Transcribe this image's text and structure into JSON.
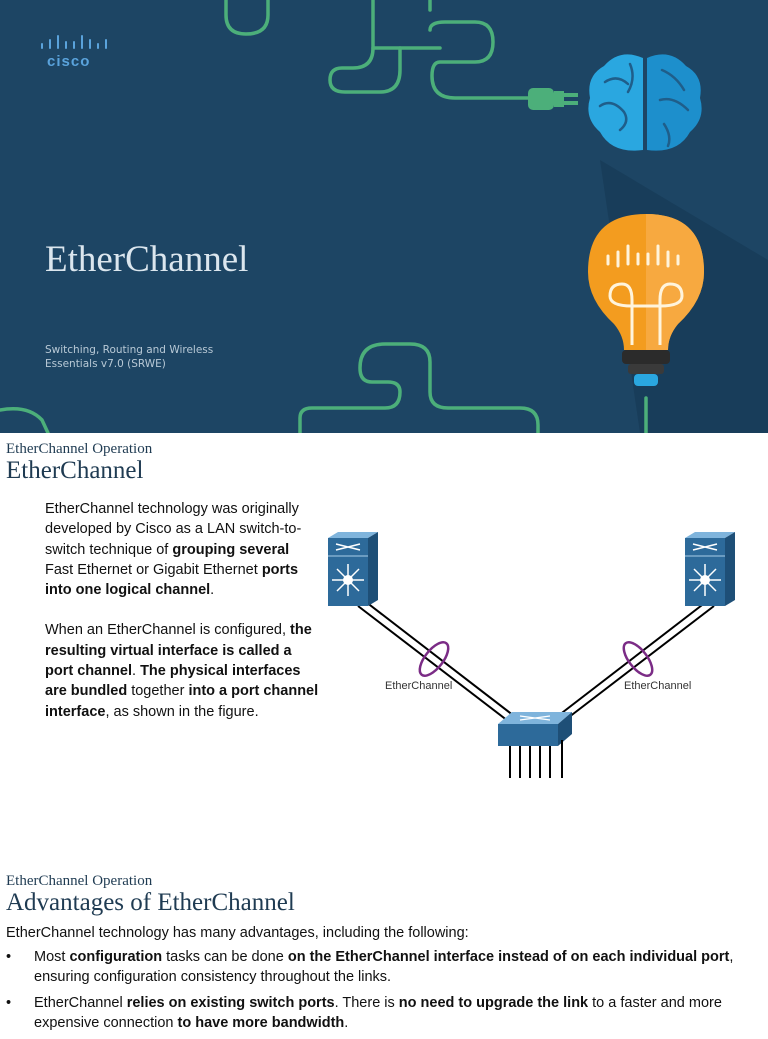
{
  "slide1": {
    "logo_text": "cisco",
    "title": "EtherChannel",
    "subtitle_line1": "Switching, Routing and Wireless",
    "subtitle_line2": "Essentials v7.0 (SRWE)"
  },
  "slide2": {
    "kicker": "EtherChannel Operation",
    "title": "EtherChannel",
    "p1": {
      "t1": "EtherChannel technology was originally developed by Cisco as a LAN switch-to-switch technique of ",
      "b1": "grouping several",
      "t2": " Fast Ethernet or Gigabit Ethernet ",
      "b2": "ports into one logical channel",
      "t3": "."
    },
    "p2": {
      "t1": "When an EtherChannel is configured, ",
      "b1": "the resulting virtual interface is called a port channel",
      "t2": ". ",
      "b2": "The physical interfaces are bundled",
      "t3": " together ",
      "b3": "into a port channel interface",
      "t4": ", as shown in the figure."
    },
    "diagram": {
      "label_left": "EtherChannel",
      "label_right": "EtherChannel",
      "link_color": "#000000",
      "ring_color": "#7b2c86",
      "switch_color": "#2d6a9a"
    }
  },
  "slide3": {
    "kicker": "EtherChannel Operation",
    "title": "Advantages of EtherChannel",
    "intro": "EtherChannel technology has many advantages, including the following:",
    "bullet_char": "•",
    "b1": {
      "t1": "Most ",
      "b1": "configuration",
      "t2": " tasks can be done ",
      "b2": "on the EtherChannel interface instead of on each individual port",
      "t3": ", ensuring configuration consistency throughout the links."
    },
    "b2": {
      "t1": "EtherChannel ",
      "b1": "relies on existing switch ports",
      "t2": ". There is ",
      "b2": "no need to upgrade the link",
      "t3": " to a faster and more expensive connection ",
      "b3": "to have more bandwidth",
      "t4": "."
    }
  },
  "colors": {
    "slide_bg": "#1d4564",
    "accent_green": "#4caf7a",
    "brain_blue": "#2aa7e0",
    "bulb_orange": "#f39c1f",
    "heading_text": "#1f3b52"
  }
}
